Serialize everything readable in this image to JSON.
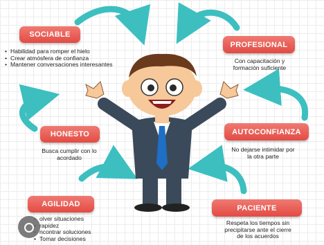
{
  "diagram": {
    "sociable": {
      "label": "SOCIABLE",
      "bullets": [
        "Habilidad para romper el hielo",
        "Crear atmósfera de confianza",
        "Mantener conversaciones interesantes"
      ]
    },
    "profesional": {
      "label": "PROFESIONAL",
      "text": [
        "Con capacitación y",
        "formación suficiente"
      ]
    },
    "honesto": {
      "label": "HONESTO",
      "text": [
        "Busca cumplir con lo",
        "acordado"
      ]
    },
    "autoconfianza": {
      "label": "AUTOCONFIANZA",
      "text": [
        "No dejarse intimidar por",
        "la otra parte"
      ]
    },
    "agilidad": {
      "label": "AGILIDAD",
      "bullets": [
        "olver situaciones",
        "rapidez",
        "ncontrar soluciones",
        "Tomar decisiones"
      ]
    },
    "paciente": {
      "label": "PACIENTE",
      "text": [
        "Respeta los tiempos sin",
        "precipitarse ante el cierre",
        "de los acuerdos"
      ]
    }
  },
  "colors": {
    "label_red": "#e24b43",
    "arrow_teal": "#3dbfc0",
    "suit": "#3b4a5a",
    "tie": "#1f6fc4",
    "skin": "#f6c89a",
    "hair": "#6b3a1d"
  },
  "icons": [
    "curved-arrow-icon",
    "businessman-illustration",
    "lens-icon"
  ]
}
